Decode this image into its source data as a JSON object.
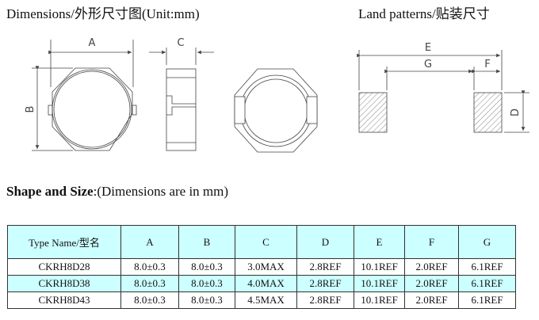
{
  "titles": {
    "dimensions": "Dimensions/外形尺寸图(Unit:mm)",
    "land": "Land patterns/贴装尺寸",
    "shape_bold": "Shape and Size",
    "shape_rest": ":(Dimensions are in mm)"
  },
  "drawing_labels": {
    "a": "A",
    "b": "B",
    "c": "C",
    "d": "D",
    "e": "E",
    "f": "F",
    "g": "G"
  },
  "table": {
    "headers": [
      "Type Name/型名",
      "A",
      "B",
      "C",
      "D",
      "E",
      "F",
      "G"
    ],
    "rows": [
      [
        "CKRH8D28",
        "8.0±0.3",
        "8.0±0.3",
        "3.0MAX",
        "2.8REF",
        "10.1REF",
        "2.0REF",
        "6.1REF"
      ],
      [
        "CKRH8D38",
        "8.0±0.3",
        "8.0±0.3",
        "4.0MAX",
        "2.8REF",
        "10.1REF",
        "2.0REF",
        "6.1REF"
      ],
      [
        "CKRH8D43",
        "8.0±0.3",
        "8.0±0.3",
        "4.5MAX",
        "2.8REF",
        "10.1REF",
        "2.0REF",
        "6.1REF"
      ]
    ]
  },
  "colors": {
    "header_bg": "#ccffff"
  }
}
